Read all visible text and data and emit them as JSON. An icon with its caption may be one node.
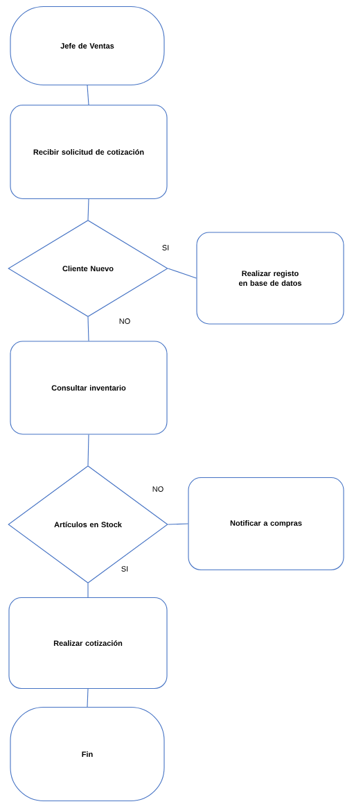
{
  "diagram": {
    "nodes": [
      {
        "text": [
          "Jefe de Ventas"
        ]
      },
      {
        "text": [
          "Recibir solicitud de cotización"
        ]
      },
      {
        "text": [
          "Cliente Nuevo"
        ]
      },
      {
        "text": [
          "Realizar registo en base de datos"
        ]
      },
      {
        "text": [
          "Consultar inventario"
        ]
      },
      {
        "text": [
          "Artículos en Stock"
        ]
      },
      {
        "text": [
          "Notificar a compras"
        ]
      },
      {
        "text": [
          "Realizar cotización"
        ]
      },
      {
        "text": [
          "Fin"
        ]
      }
    ],
    "edges": [
      {
        "from": 0,
        "to": 1,
        "arrow": "none"
      },
      {
        "from": 1,
        "to": 2,
        "arrow": "none"
      },
      {
        "from": 2,
        "to": 3,
        "arrow": "none",
        "label": "SI"
      },
      {
        "from": 2,
        "to": 4,
        "arrow": "none",
        "label": "NO"
      },
      {
        "from": 4,
        "to": 5,
        "arrow": "none"
      },
      {
        "from": 5,
        "to": 6,
        "arrow": "none",
        "label": "NO"
      },
      {
        "from": 5,
        "to": 7,
        "arrow": "none",
        "label": "SI"
      },
      {
        "from": 7,
        "to": 8,
        "arrow": "none"
      }
    ]
  }
}
